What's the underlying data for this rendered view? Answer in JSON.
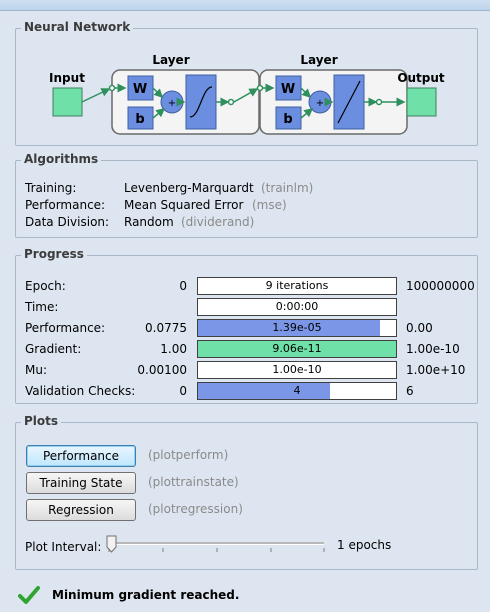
{
  "neural_network": {
    "legend": "Neural Network",
    "input_label": "Input",
    "output_label": "Output",
    "layer1_label": "Layer",
    "layer2_label": "Layer",
    "w_label": "W",
    "b_label": "b",
    "plus": "+"
  },
  "algorithms": {
    "legend": "Algorithms",
    "rows": [
      {
        "label": "Training:",
        "value": "Levenberg-Marquardt",
        "func": "(trainlm)"
      },
      {
        "label": "Performance:",
        "value": "Mean Squared Error",
        "func": "(mse)"
      },
      {
        "label": "Data Division:",
        "value": "Random",
        "func": "(dividerand)"
      }
    ]
  },
  "progress": {
    "legend": "Progress",
    "rows": [
      {
        "label": "Epoch:",
        "start": "0",
        "current": "9 iterations",
        "end": "100000000",
        "fill": 0.0,
        "color": "#7b96e6"
      },
      {
        "label": "Time:",
        "start": "",
        "current": "0:00:00",
        "end": "",
        "fill": 0.0,
        "color": "#7b96e6"
      },
      {
        "label": "Performance:",
        "start": "0.0775",
        "current": "1.39e-05",
        "end": "0.00",
        "fill": 0.92,
        "color": "#7b96e6"
      },
      {
        "label": "Gradient:",
        "start": "1.00",
        "current": "9.06e-11",
        "end": "1.00e-10",
        "fill": 1.0,
        "color": "#6fe0a8"
      },
      {
        "label": "Mu:",
        "start": "0.00100",
        "current": "1.00e-10",
        "end": "1.00e+10",
        "fill": 0.0,
        "color": "#7b96e6"
      },
      {
        "label": "Validation Checks:",
        "start": "0",
        "current": "4",
        "end": "6",
        "fill": 0.667,
        "color": "#7b96e6"
      }
    ]
  },
  "plots": {
    "legend": "Plots",
    "buttons": [
      {
        "label": "Performance",
        "func": "(plotperform)"
      },
      {
        "label": "Training State",
        "func": "(plottrainstate)"
      },
      {
        "label": "Regression",
        "func": "(plotregression)"
      }
    ],
    "interval_label": "Plot Interval:",
    "interval_value": "1 epochs",
    "slider_value": 1
  },
  "status": {
    "message": "Minimum gradient reached."
  },
  "colors": {
    "input_box": "#6fe0a8",
    "weight_box": "#6b8ee0",
    "checkmark": "#2fa530"
  }
}
